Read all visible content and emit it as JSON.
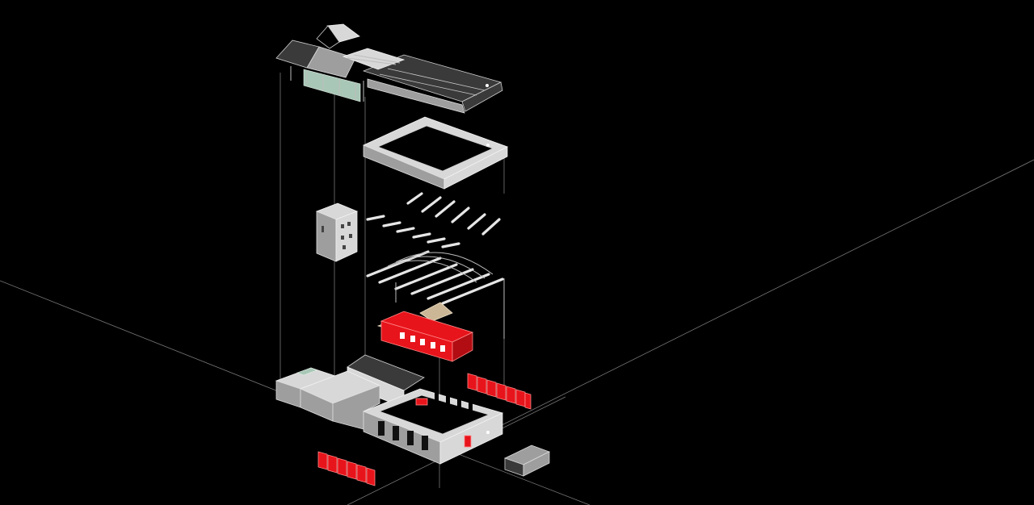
{
  "diagram": {
    "type": "exploded-axonometric",
    "background": "#000000",
    "palette": {
      "building": "#d8d8d8",
      "roof": "#3a3a3a",
      "glazing": "#a9c7b6",
      "new_insertion": "#e8141b",
      "timber": "#cbb796",
      "guide_lines": "#777777"
    },
    "layers": [
      {
        "id": "roof-assembly",
        "kind": "roof"
      },
      {
        "id": "perimeter-frame",
        "kind": "frame"
      },
      {
        "id": "tower",
        "kind": "tower"
      },
      {
        "id": "upper-beams",
        "kind": "beams"
      },
      {
        "id": "arched-trusses",
        "kind": "trusses"
      },
      {
        "id": "red-insertion",
        "kind": "insertion"
      },
      {
        "id": "red-panels-right",
        "kind": "panels",
        "count": 7
      },
      {
        "id": "ground-building",
        "kind": "base"
      },
      {
        "id": "red-panels-left",
        "kind": "panels",
        "count": 7
      },
      {
        "id": "annex-box",
        "kind": "annex"
      }
    ]
  }
}
